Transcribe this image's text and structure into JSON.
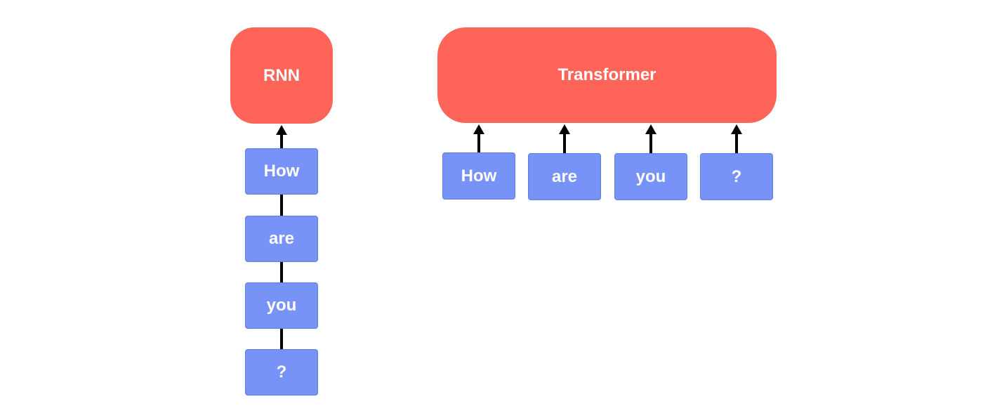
{
  "colors": {
    "model_fill": "#ff6459",
    "token_fill": "#7893f7",
    "token_border": "#5f7ee0",
    "connector": "#000000",
    "text": "#ffffff"
  },
  "rnn": {
    "label": "RNN",
    "tokens": [
      "How",
      "are",
      "you",
      "?"
    ]
  },
  "transformer": {
    "label": "Transformer",
    "tokens": [
      "How",
      "are",
      "you",
      "?"
    ]
  }
}
